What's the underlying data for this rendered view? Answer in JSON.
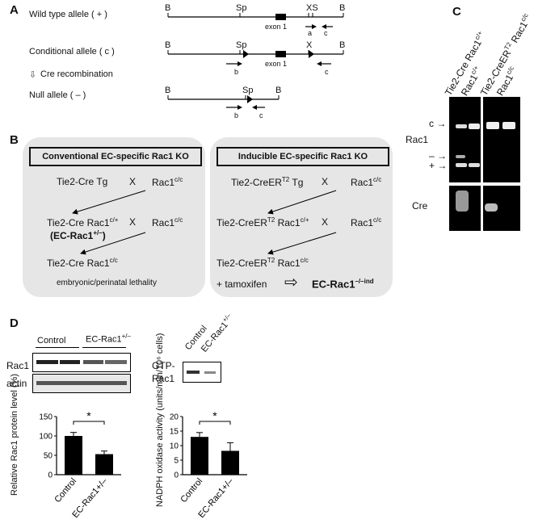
{
  "panel_labels": {
    "a": "A",
    "b": "B",
    "c": "C",
    "d": "D"
  },
  "panel_a": {
    "wild_type": "Wild type allele ( + )",
    "conditional": "Conditional allele ( c )",
    "cre_recombination": "Cre recombination",
    "null": "Null allele ( – )",
    "site_b": "B",
    "site_sp": "Sp",
    "site_x": "X",
    "site_s": "S",
    "site_xs": "XS",
    "exon": "exon 1",
    "primer_a": "a",
    "primer_b": "b",
    "primer_c": "c"
  },
  "panel_b": {
    "left_title": "Conventional EC-specific Rac1 KO",
    "right_title": "Inducible EC-specific Rac1 KO",
    "left_row1_a": "Tie2-Cre Tg",
    "x": "X",
    "rac1": "Rac1",
    "sup_cc": "c/c",
    "sup_cplus": "c/+",
    "sup_t2": "T2",
    "left_row2_a": "Tie2-Cre Rac1",
    "ec_het_a": "(EC-Rac1",
    "ec_het_sup": "+/–",
    "ec_het_b": ")",
    "left_row3": "Tie2-Cre Rac1",
    "left_footer": "embryonic/perinatal lethality",
    "right_row1_a": "Tie2-CreER",
    "right_row1_b": "Tg",
    "right_row2_a": "Tie2-CreER",
    "right_row2_b": "Rac1",
    "right_row3_a": "Tie2-CreER",
    "right_row3_b": "Rac1",
    "tamoxifen": "+ tamoxifen",
    "result_a": "EC-Rac1",
    "result_sup": "–/–ind"
  },
  "panel_c": {
    "lane1": "Tie2-Cre Rac1",
    "lane1_sup": "c/+",
    "lane2": "Rac1",
    "lane2_sup": "c/+",
    "lane3": "Tie2-CreER",
    "lane3_sup": "T2",
    "lane3_b": "Rac1",
    "lane3_sup2": "c/c",
    "lane4": "Rac1",
    "lane4_sup": "c/c",
    "band_c": "c",
    "band_minus": "–",
    "band_plus": "+",
    "rac1_label": "Rac1",
    "cre_label": "Cre"
  },
  "panel_d": {
    "control": "Control",
    "ec_het": "EC-Rac1",
    "ec_het_sup": "+/–",
    "blot1": "Rac1",
    "blot2": "actin",
    "gtp_a": "GTP-",
    "gtp_b": "Rac1",
    "star": "*"
  },
  "chart_data": [
    {
      "type": "bar",
      "ylabel": "Relative Rac1 protein level (%)",
      "categories": [
        "Control",
        "EC-Rac1+/–"
      ],
      "values": [
        100,
        53
      ],
      "errors": [
        9,
        8
      ],
      "ylim": [
        0,
        150
      ],
      "yticks": [
        0,
        50,
        100,
        150
      ],
      "significance": "*",
      "bar_color": "#000000"
    },
    {
      "type": "bar",
      "ylabel": "NADPH oxidase activity (units/min/10⁶ cells)",
      "categories": [
        "Control",
        "EC-Rac1+/–"
      ],
      "values": [
        13,
        8.2
      ],
      "errors": [
        1.5,
        2.8
      ],
      "ylim": [
        0,
        20
      ],
      "yticks": [
        0,
        5,
        10,
        15,
        20
      ],
      "significance": "*",
      "bar_color": "#000000"
    }
  ]
}
